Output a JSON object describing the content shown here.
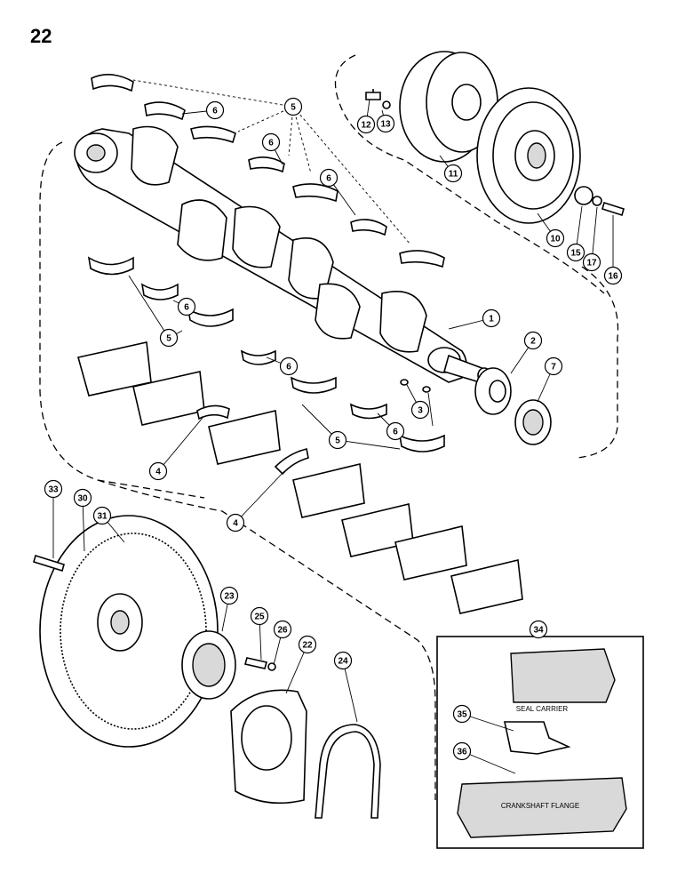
{
  "page_number": "22",
  "callouts": [
    "1",
    "2",
    "3",
    "4",
    "5",
    "6",
    "7",
    "10",
    "11",
    "12",
    "13",
    "15",
    "16",
    "17",
    "22",
    "23",
    "24",
    "25",
    "26",
    "30",
    "31",
    "33",
    "34",
    "35",
    "36"
  ],
  "detail_labels": {
    "seal_carrier": "SEAL CARRIER",
    "crankshaft_flange": "CRANKSHAFT FLANGE"
  },
  "colors": {
    "ink": "#000000",
    "paper": "#ffffff",
    "shade": "#d9d9d9"
  }
}
